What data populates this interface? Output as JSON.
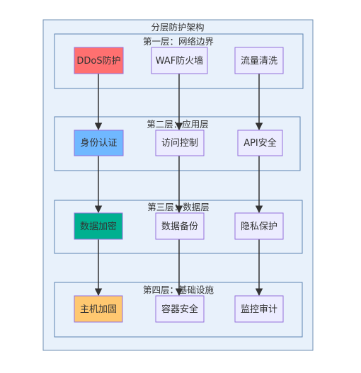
{
  "diagram": {
    "title": "分层防护架构",
    "layers": [
      {
        "label": "第一层：网络边界",
        "nodes": [
          "DDoS防护",
          "WAF防火墙",
          "流量清洗"
        ]
      },
      {
        "label": "第二层：应用层",
        "nodes": [
          "身份认证",
          "访问控制",
          "API安全"
        ]
      },
      {
        "label": "第三层：数据层",
        "nodes": [
          "数据加密",
          "数据备份",
          "隐私保护"
        ]
      },
      {
        "label": "第四层：基础设施",
        "nodes": [
          "主机加固",
          "容器安全",
          "监控审计"
        ]
      }
    ],
    "colors": {
      "outer_fill": "#e8f1fb",
      "outer_stroke": "#6f8fb3",
      "layer_fill": "#e8f1fb",
      "layer_stroke": "#5b82b2",
      "default_node_fill": "#ececff",
      "default_node_stroke": "#9370db",
      "ddos": "#ff7070",
      "auth": "#70b8ff",
      "encrypt": "#00b090",
      "host": "#ffc870",
      "arrow": "#333333"
    }
  }
}
